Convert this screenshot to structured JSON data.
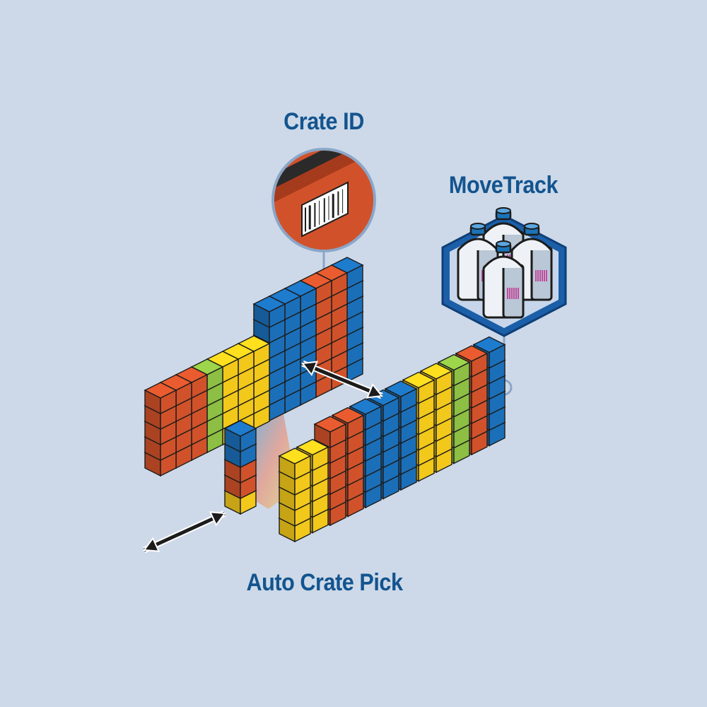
{
  "labels": {
    "crate_id": "Crate ID",
    "movetrack": "MoveTrack",
    "auto_crate_pick": "Auto Crate Pick"
  },
  "colors": {
    "background": "#cdd9e8",
    "label_text": "#13548f",
    "callout_line": "#8aa6c8",
    "crate_blue": "#1b6fb8",
    "crate_red": "#d1522a",
    "crate_yellow": "#f2c81b",
    "crate_green": "#8cbf43",
    "outline": "#1c1c1c",
    "bottle_white": "#eef2f6",
    "bottle_cap": "#1b73b8",
    "barcode_accent": "#c42e8e"
  },
  "icons": [
    "barcode-icon",
    "milk-bottles-icon",
    "double-arrow-icon"
  ],
  "stacks": {
    "left_block_columns": [
      "red",
      "red",
      "red",
      "green",
      "yellow",
      "yellow",
      "yellow",
      "blue",
      "blue",
      "blue",
      "red",
      "red",
      "blue"
    ],
    "right_block_columns": [
      "yellow",
      "yellow",
      "red",
      "red",
      "blue",
      "blue",
      "blue",
      "yellow",
      "yellow",
      "green",
      "red",
      "blue"
    ],
    "picked_column": [
      "blue",
      "blue",
      "red",
      "red",
      "yellow"
    ]
  }
}
